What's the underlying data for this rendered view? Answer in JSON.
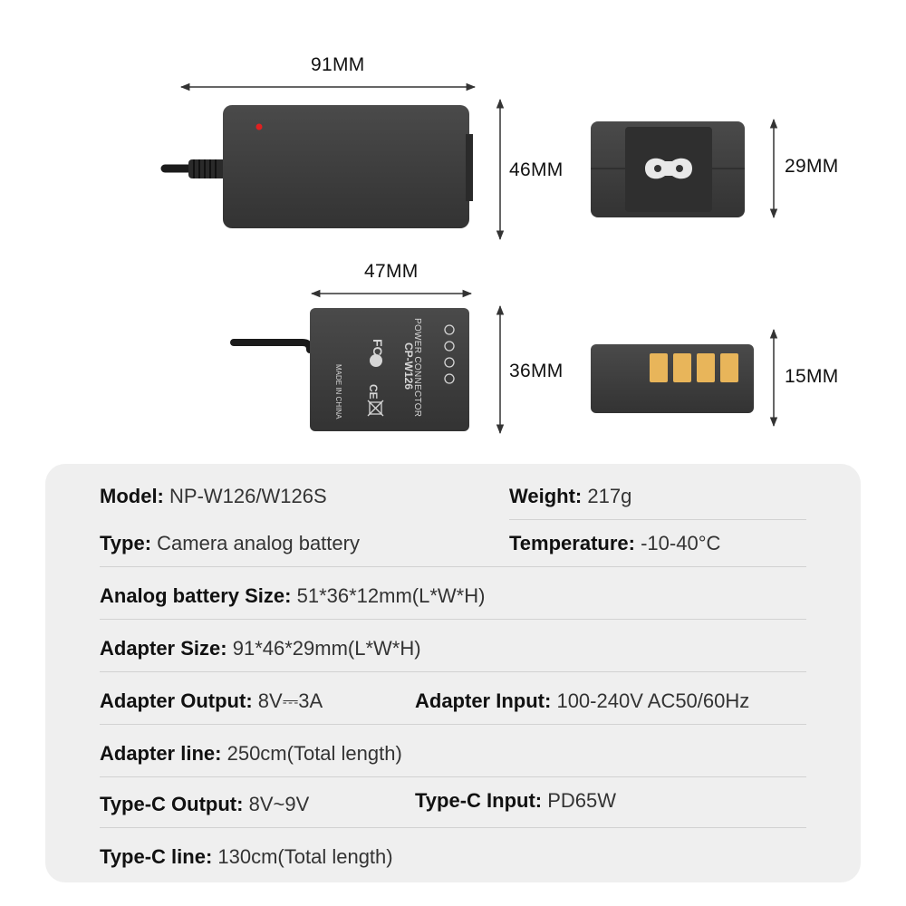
{
  "dimensions": {
    "adapter_length": "91MM",
    "adapter_width": "46MM",
    "adapter_height": "29MM",
    "battery_length": "47MM",
    "battery_width": "36MM",
    "battery_height": "15MM"
  },
  "battery_label": {
    "line1": "POWER CONNECTOR",
    "line2": "CP-W126",
    "made_in": "MADE IN CHINA"
  },
  "specs": {
    "model_label": "Model:",
    "model_value": "NP-W126/W126S",
    "weight_label": "Weight:",
    "weight_value": "217g",
    "type_label": "Type:",
    "type_value": "Camera analog battery",
    "temperature_label": "Temperature:",
    "temperature_value": "-10-40°C",
    "battery_size_label": "Analog battery Size:",
    "battery_size_value": "51*36*12mm(L*W*H)",
    "adapter_size_label": "Adapter Size:",
    "adapter_size_value": "91*46*29mm(L*W*H)",
    "adapter_output_label": "Adapter Output:",
    "adapter_output_value": "8V⎓3A",
    "adapter_input_label": "Adapter Input:",
    "adapter_input_value": "100-240V AC50/60Hz",
    "adapter_line_label": "Adapter line:",
    "adapter_line_value": "250cm(Total length)",
    "typec_output_label": "Type-C Output:",
    "typec_output_value": "8V~9V",
    "typec_input_label": "Type-C Input:",
    "typec_input_value": "PD65W",
    "typec_line_label": "Type-C line:",
    "typec_line_value": "130cm(Total length)"
  },
  "colors": {
    "device_body": "#3e3e3e",
    "device_dark": "#222222",
    "indicator_led": "#e02020",
    "contact_gold": "#e8b55a",
    "card_background": "#efefef"
  }
}
